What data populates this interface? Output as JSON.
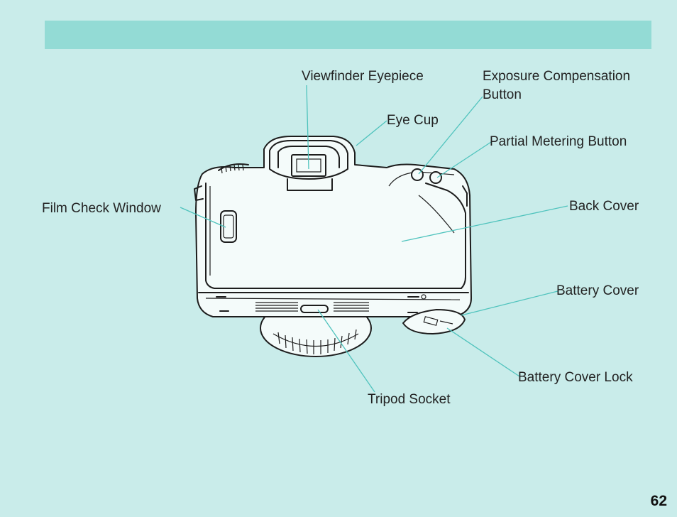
{
  "header": {
    "color": "#93dbd5"
  },
  "labels": {
    "viewfinder_eyepiece": "Viewfinder Eyepiece",
    "exposure_compensation_button_line1": "Exposure Compensation",
    "exposure_compensation_button_line2": "Button",
    "eye_cup": "Eye Cup",
    "partial_metering_button": "Partial Metering Button",
    "film_check_window": "Film Check Window",
    "back_cover": "Back Cover",
    "battery_cover": "Battery Cover",
    "battery_cover_lock": "Battery Cover Lock",
    "tripod_socket": "Tripod Socket"
  },
  "page_number": "62",
  "colors": {
    "background": "#c9ecea",
    "leader_line": "#4fc3bd"
  }
}
